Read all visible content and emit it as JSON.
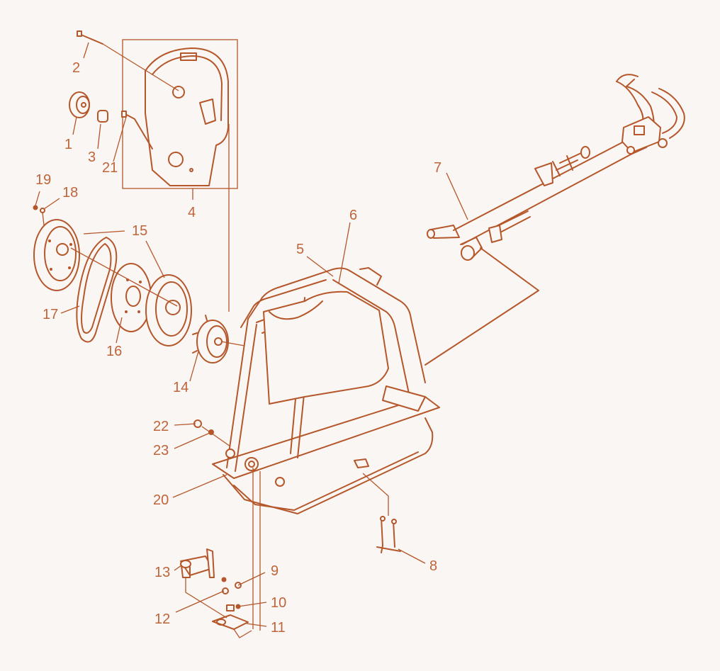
{
  "diagram": {
    "type": "exploded-parts-view",
    "line_color": "#b5572b",
    "label_color": "#c0643a",
    "background": "#f9f6f3",
    "part_numbers": [
      "1",
      "2",
      "3",
      "4",
      "5",
      "6",
      "7",
      "8",
      "9",
      "10",
      "11",
      "12",
      "13",
      "14",
      "15",
      "16",
      "17",
      "18",
      "19",
      "20",
      "21",
      "22",
      "23"
    ]
  }
}
